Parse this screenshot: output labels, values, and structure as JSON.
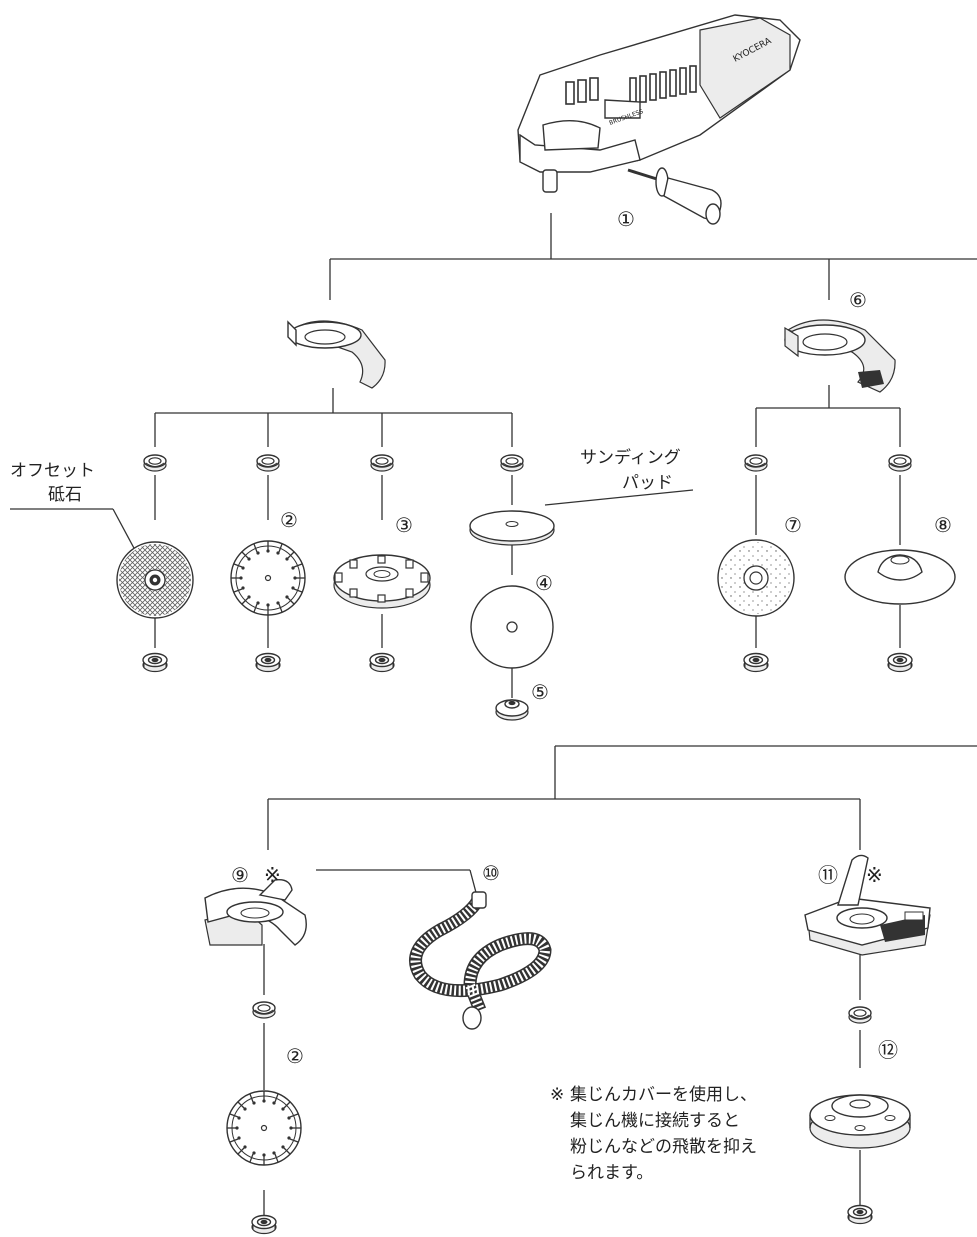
{
  "brand": "KYOCERA",
  "tool_badge": "BRUSHLESS",
  "callouts": {
    "c1": "①",
    "c2a": "②",
    "c3": "③",
    "c4": "④",
    "c5": "⑤",
    "c6": "⑥",
    "c7": "⑦",
    "c8": "⑧",
    "c9": "⑨",
    "c10": "⑩",
    "c11": "⑪",
    "c2b": "②",
    "c12": "⑫",
    "mark9": "※",
    "mark11": "※"
  },
  "labels": {
    "offset_line1": "オフセット",
    "offset_line2": "砥石",
    "sanding_line1": "サンディング",
    "sanding_line2": "パッド"
  },
  "note": {
    "mark": "※",
    "line1": "集じんカバーを使用し、",
    "line2": "集じん機に接続すると",
    "line3": "粉じんなどの飛散を抑え",
    "line4": "られます。"
  }
}
